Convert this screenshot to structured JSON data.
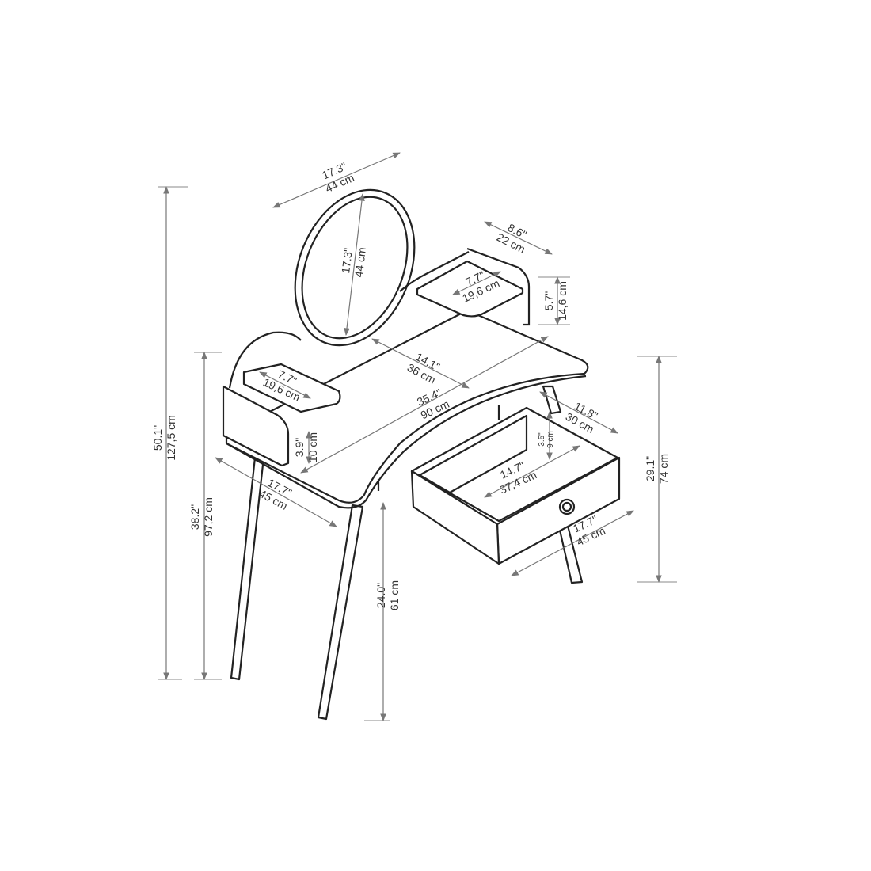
{
  "dimensions": {
    "mirror_width": {
      "in": "17.3\"",
      "cm": "44 cm"
    },
    "mirror_height": {
      "in": "17.3\"",
      "cm": "44 cm"
    },
    "right_shelf_width": {
      "in": "8.6\"",
      "cm": "22 cm"
    },
    "right_shelf_depth": {
      "in": "7.7\"",
      "cm": "19,6 cm"
    },
    "right_shelf_height": {
      "in": "5.7\"",
      "cm": "14,6 cm"
    },
    "top_depth": {
      "in": "14.1\"",
      "cm": "36 cm"
    },
    "top_width": {
      "in": "35.4\"",
      "cm": "90 cm"
    },
    "left_shelf_depth": {
      "in": "7.7\"",
      "cm": "19,6 cm"
    },
    "left_shelf_height": {
      "in": "3.9\"",
      "cm": "10 cm"
    },
    "drawer_depth": {
      "in": "11.8\"",
      "cm": "30 cm"
    },
    "drawer_height": {
      "in": "3.5\"",
      "cm": "9 cm"
    },
    "drawer_inner_width": {
      "in": "14.7\"",
      "cm": "37,4 cm"
    },
    "left_side_depth": {
      "in": "17.7\"",
      "cm": "45 cm"
    },
    "drawer_width": {
      "in": "17.7\"",
      "cm": "45 cm"
    },
    "table_height": {
      "in": "29.1\"",
      "cm": "74 cm"
    },
    "leg_height": {
      "in": "24.0\"",
      "cm": "61 cm"
    },
    "shelf_total_height": {
      "in": "38.2\"",
      "cm": "97,2 cm"
    },
    "total_height": {
      "in": "50.1\"",
      "cm": "127,5 cm"
    }
  }
}
